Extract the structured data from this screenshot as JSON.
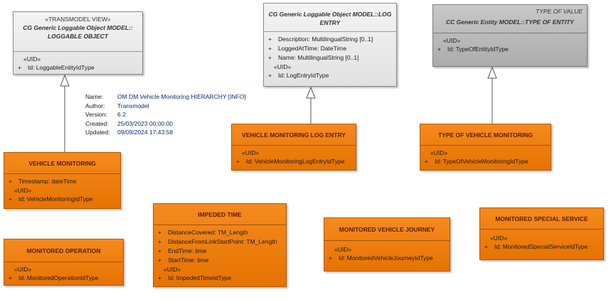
{
  "meta": {
    "rows": [
      {
        "key": "Name:",
        "value": "OM DM Vehicle Monitoring HIERARCHY [INFO]"
      },
      {
        "key": "Author:",
        "value": "Transmodel"
      },
      {
        "key": "Version:",
        "value": "6.2"
      },
      {
        "key": "Created:",
        "value": "25/03/2023 00:00:00"
      },
      {
        "key": "Updated:",
        "value": "09/09/2024 17:43:58"
      }
    ]
  },
  "loggable": {
    "stereotype": "«TRANSMODEL VIEW»",
    "name_line1": "CG Generic Loggable Object MODEL::",
    "name_line2": "LOGGABLE OBJECT",
    "uid": "«UID»",
    "attrs": [
      {
        "vis": "+",
        "text": "Id: LoggableEntityIdType"
      }
    ]
  },
  "logentry": {
    "name_line1": "CG Generic Loggable Object MODEL::LOG",
    "name_line2": "ENTRY",
    "attrs": [
      {
        "vis": "+",
        "text": "Description: MultilingualString [0..1]"
      },
      {
        "vis": "+",
        "text": "LoggedAtTime: DateTime"
      },
      {
        "vis": "+",
        "text": "Name: MultilingualString [0..1]"
      }
    ],
    "uid": "«UID»",
    "uid_attrs": [
      {
        "vis": "+",
        "text": "Id: LogEntryIdType"
      }
    ]
  },
  "typeofentity": {
    "tag": "TYPE OF VALUE",
    "name": "CC Generic Entity MODEL::TYPE OF ENTITY",
    "uid": "«UID»",
    "attrs": [
      {
        "vis": "+",
        "text": "Id: TypeOfEntityIdType"
      }
    ]
  },
  "vm": {
    "name": "VEHICLE MONITORING",
    "attrs": [
      {
        "vis": "+",
        "text": "Timestamp: dateTime"
      }
    ],
    "uid": "«UID»",
    "uid_attrs": [
      {
        "vis": "+",
        "text": "Id: VehicleMonitoringIdType"
      }
    ]
  },
  "vmle": {
    "name": "VEHICLE MONITORING LOG ENTRY",
    "uid": "«UID»",
    "attrs": [
      {
        "vis": "+",
        "text": "Id: VehicleMonitoringLogEntryIdType"
      }
    ]
  },
  "tovm": {
    "name": "TYPE OF VEHICLE MONITORING",
    "uid": "«UID»",
    "attrs": [
      {
        "vis": "+",
        "text": "Id: TypeOfVehicleMonitoringIdType"
      }
    ]
  },
  "impeded": {
    "name": "IMPEDED TIME",
    "attrs": [
      {
        "vis": "+",
        "text": "DistanceCovered: TM_Length"
      },
      {
        "vis": "+",
        "text": "DistanceFromLinkStartPoint: TM_Length"
      },
      {
        "vis": "+",
        "text": "EndTime: time"
      },
      {
        "vis": "+",
        "text": "StartTime: time"
      }
    ],
    "uid": "«UID»",
    "uid_attrs": [
      {
        "vis": "+",
        "text": "Id: ImpededTimeIdType"
      }
    ]
  },
  "mvj": {
    "name": "MONITORED VEHICLE JOURNEY",
    "uid": "«UID»",
    "attrs": [
      {
        "vis": "+",
        "text": "Id: MonitoredVehicleJourneyIdType"
      }
    ]
  },
  "mss": {
    "name": "MONITORED SPECIAL SERVICE",
    "uid": "«UID»",
    "attrs": [
      {
        "vis": "+",
        "text": "Id: MonitoredSpecialServiceIdType"
      }
    ]
  },
  "mo": {
    "name": "MONITORED OPERATION",
    "uid": "«UID»",
    "attrs": [
      {
        "vis": "+",
        "text": "Id: MonitoredOperationIdType"
      }
    ]
  }
}
